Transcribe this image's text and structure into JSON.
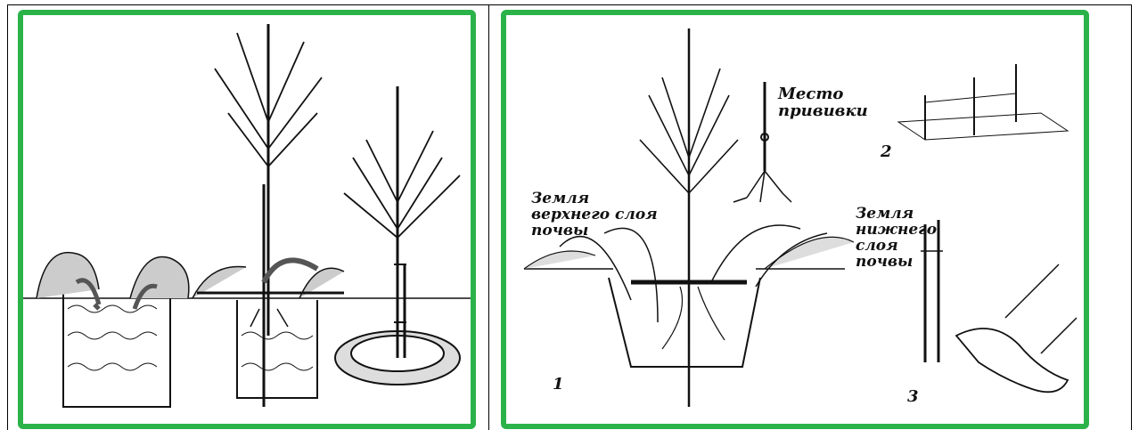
{
  "border_color": "#2bb34a",
  "left_panel": {
    "illustration": "tree planting steps: hole with soil, planting sapling with stake, watering circle"
  },
  "right_panel": {
    "labels": {
      "graft_site": "Место\nпрививки",
      "topsoil": "Земля\nверхнего слоя\nпочвы",
      "subsoil": "Земля\nнижнего\nслоя\nпочвы"
    },
    "figure_numbers": {
      "fig1": "1",
      "fig2": "2",
      "fig3": "3"
    }
  }
}
